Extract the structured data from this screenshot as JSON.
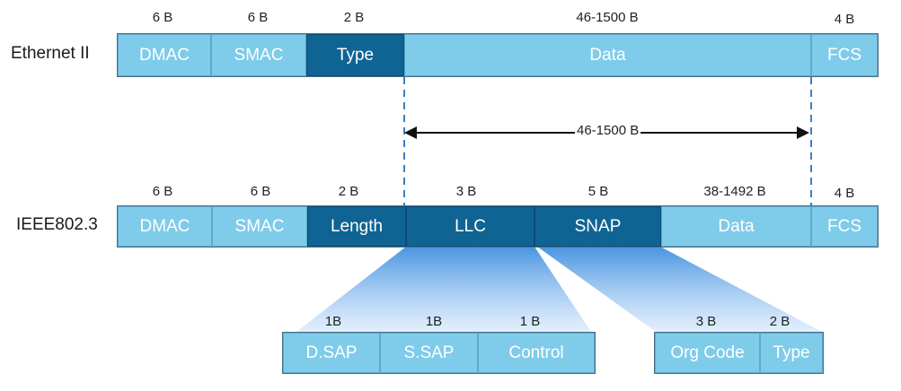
{
  "diagram": {
    "ethernet2": {
      "label": "Ethernet II",
      "fields": [
        {
          "name": "DMAC",
          "size": "6 B",
          "style": "light"
        },
        {
          "name": "SMAC",
          "size": "6 B",
          "style": "light"
        },
        {
          "name": "Type",
          "size": "2 B",
          "style": "dark"
        },
        {
          "name": "Data",
          "size": "46-1500 B",
          "style": "light"
        },
        {
          "name": "FCS",
          "size": "4 B",
          "style": "light"
        }
      ]
    },
    "span_arrow": {
      "label": "46-1500 B"
    },
    "ieee8023": {
      "label": "IEEE802.3",
      "fields": [
        {
          "name": "DMAC",
          "size": "6 B",
          "style": "light"
        },
        {
          "name": "SMAC",
          "size": "6 B",
          "style": "light"
        },
        {
          "name": "Length",
          "size": "2 B",
          "style": "dark"
        },
        {
          "name": "LLC",
          "size": "3 B",
          "style": "dark"
        },
        {
          "name": "SNAP",
          "size": "5 B",
          "style": "dark"
        },
        {
          "name": "Data",
          "size": "38-1492 B",
          "style": "light"
        },
        {
          "name": "FCS",
          "size": "4 B",
          "style": "light"
        }
      ]
    },
    "llc_detail": {
      "fields": [
        {
          "name": "D.SAP",
          "size": "1B"
        },
        {
          "name": "S.SAP",
          "size": "1B"
        },
        {
          "name": "Control",
          "size": "1 B"
        }
      ]
    },
    "snap_detail": {
      "fields": [
        {
          "name": "Org Code",
          "size": "3 B"
        },
        {
          "name": "Type",
          "size": "2 B"
        }
      ]
    },
    "colors": {
      "light_field": "#7fcbea",
      "dark_field": "#0f6494",
      "dashed_guide": "#3d7fc4",
      "fan": "#3f8fe0"
    }
  }
}
